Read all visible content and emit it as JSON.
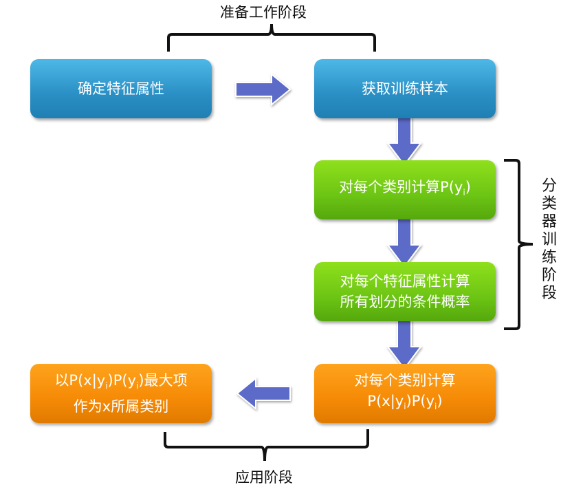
{
  "phases": {
    "prep": "准备工作阶段",
    "train": "分类器训练阶段",
    "apply": "应用阶段"
  },
  "boxes": {
    "b1": "确定特征属性",
    "b2": "获取训练样本",
    "g1": "对每个类别计算P(yi)",
    "g2a": "对每个特征属性计算",
    "g2b": "所有划分的条件概率",
    "o1a": "对每个类别计算",
    "o1b": "P(x|yi)P(yi)",
    "o2a": "以P(x|yi)P(yi)最大项",
    "o2b": "作为x所属类别"
  },
  "colors": {
    "blue": "#2a8fc4",
    "green": "#6cc414",
    "orange": "#f58a06",
    "arrow": "#5b6ac8"
  }
}
